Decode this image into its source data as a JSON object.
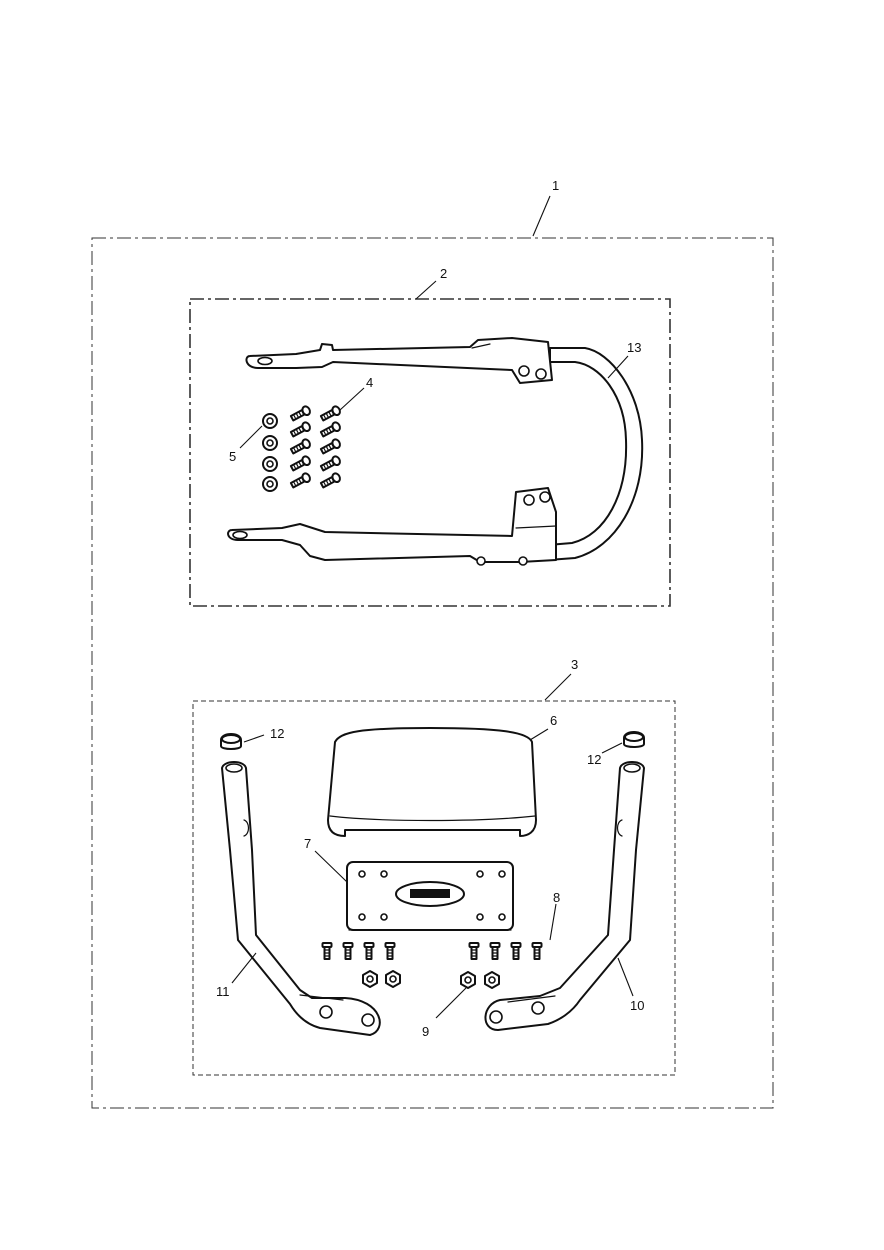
{
  "callouts": {
    "c1": "1",
    "c2": "2",
    "c3": "3",
    "c4": "4",
    "c5": "5",
    "c6": "6",
    "c7": "7",
    "c8": "8",
    "c9": "9",
    "c10": "10",
    "c11": "11",
    "c12a": "12",
    "c12b": "12",
    "c13": "13"
  },
  "colors": {
    "line": "#111111",
    "background": "#ffffff"
  }
}
